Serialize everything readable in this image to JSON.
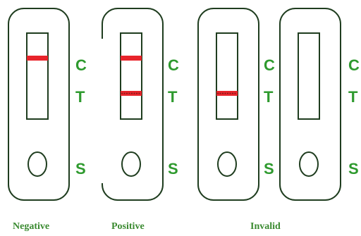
{
  "cassettes": [
    {
      "id": "negative",
      "caption": "Negative",
      "control_line": true,
      "test_line": false
    },
    {
      "id": "positive",
      "caption": "Positive",
      "control_line": true,
      "test_line": true
    },
    {
      "id": "invalid-1",
      "caption": "Invalid",
      "control_line": false,
      "test_line": true
    },
    {
      "id": "invalid-2",
      "caption": "",
      "control_line": false,
      "test_line": false
    }
  ],
  "zone_labels": {
    "control": "C",
    "test": "T",
    "sample": "S"
  },
  "colors": {
    "outline": "#1f3d1f",
    "label": "#2e9a2e",
    "caption": "#3a8a30",
    "line": "#e8242b",
    "test_line_dark": "#7a1a1a"
  }
}
